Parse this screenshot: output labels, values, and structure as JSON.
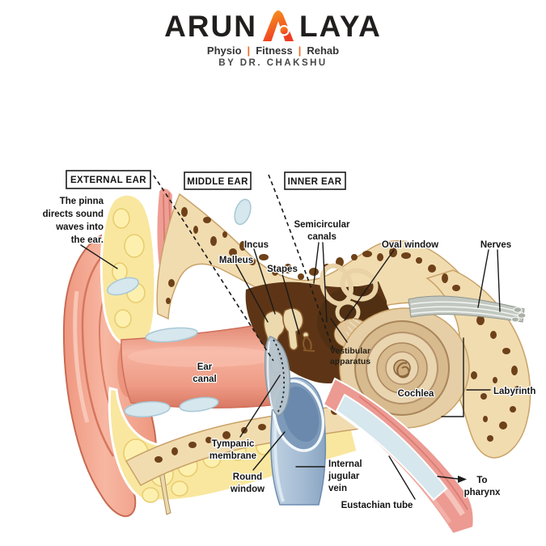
{
  "header": {
    "brand_left": "ARUN",
    "brand_right": "LAYA",
    "tagline": [
      "Physio",
      "Fitness",
      "Rehab"
    ],
    "tagline_sep": "|",
    "byline": "BY DR. CHAKSHU"
  },
  "diagram": {
    "regions": [
      {
        "label": "EXTERNAL EAR"
      },
      {
        "label": "MIDDLE EAR"
      },
      {
        "label": "INNER EAR"
      }
    ],
    "pinna_note": {
      "lines": [
        "The pinna",
        "directs sound",
        "waves into",
        "the ear."
      ]
    },
    "labels": {
      "semicircular_canals": {
        "lines": [
          "Semicircular",
          "canals"
        ]
      },
      "incus": {
        "text": "Incus"
      },
      "malleus": {
        "text": "Malleus"
      },
      "stapes": {
        "text": "Stapes"
      },
      "oval_window": {
        "text": "Oval window"
      },
      "nerves": {
        "text": "Nerves"
      },
      "ear_canal": {
        "lines": [
          "Ear",
          "canal"
        ]
      },
      "vestibular_apparatus": {
        "lines": [
          "Vestibular",
          "apparatus"
        ]
      },
      "cochlea": {
        "text": "Cochlea"
      },
      "labyrinth": {
        "text": "Labyrinth"
      },
      "tympanic_membrane": {
        "lines": [
          "Tympanic",
          "membrane"
        ]
      },
      "round_window": {
        "lines": [
          "Round",
          "window"
        ]
      },
      "internal_jugular_vein": {
        "lines": [
          "Internal",
          "jugular",
          "vein"
        ]
      },
      "eustachian_tube": {
        "text": "Eustachian tube"
      },
      "to_pharynx": {
        "lines": [
          "To",
          "pharynx"
        ]
      }
    }
  },
  "palette": {
    "brand_orange": "#f26a21",
    "skin_pink": "#f4a58f",
    "fat_yellow": "#f9e79f",
    "bone_tan": "#f1dcb0",
    "bone_hole_brown": "#6e4119",
    "cavity_brown": "#5d3516",
    "cochlea_tan": "#d8bb90",
    "vein_blue": "#a9bfd6",
    "membrane_gray": "#b6c5cf",
    "cartilage_blue": "#d6e7ed",
    "tube_pink": "#ec9a92",
    "nerve_gray": "#c2c8c0",
    "line_black": "#1a1a1a"
  }
}
